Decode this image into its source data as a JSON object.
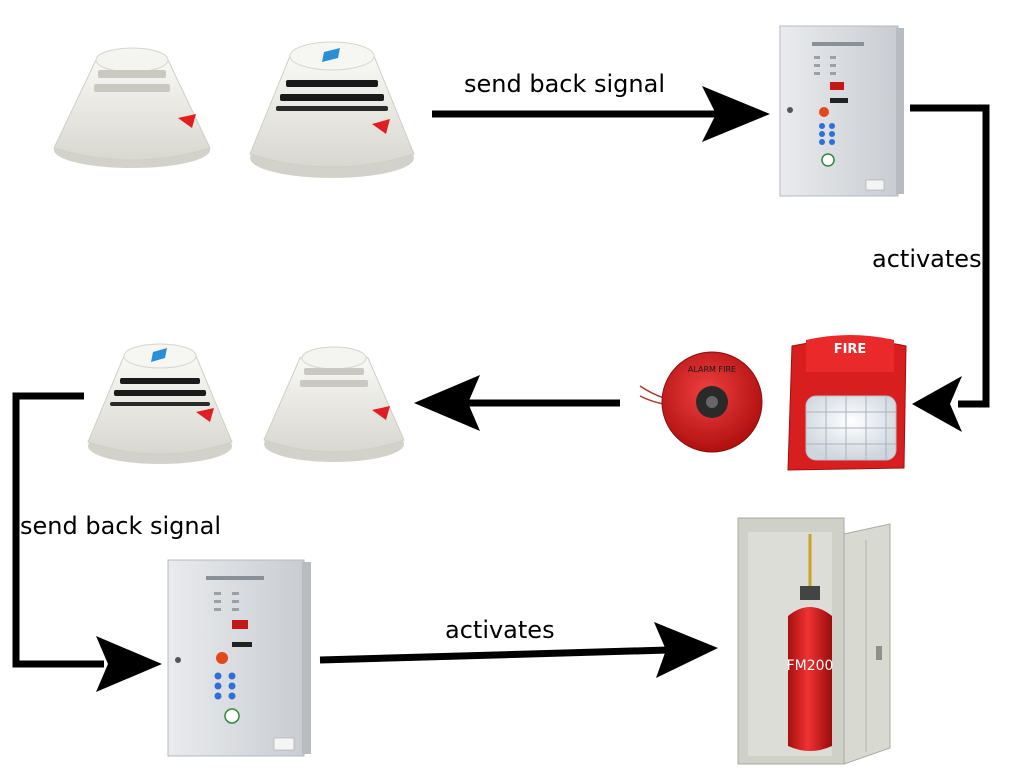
{
  "labels": {
    "send_back_signal_top": "send back signal",
    "activates_right": "activates",
    "send_back_signal_left": "send back signal",
    "activates_bottom": "activates"
  },
  "device_text": {
    "strobe_label": "FIRE",
    "bell_label": "ALARM FIRE",
    "cylinder_label": "FM200"
  },
  "icons": {
    "detector": "smoke-detector-icon",
    "panel": "fire-alarm-panel-icon",
    "strobe": "fire-strobe-siren-icon",
    "bell": "alarm-bell-icon",
    "cabinet": "fm200-cabinet-icon"
  },
  "colors": {
    "arrow": "#000000",
    "alarm_red": "#d81e1e",
    "detector_white": "#f2f1ec",
    "panel_gray": "#dde0e4",
    "indicator_blue": "#2f6fd8",
    "cylinder_red": "#e21c1c"
  }
}
